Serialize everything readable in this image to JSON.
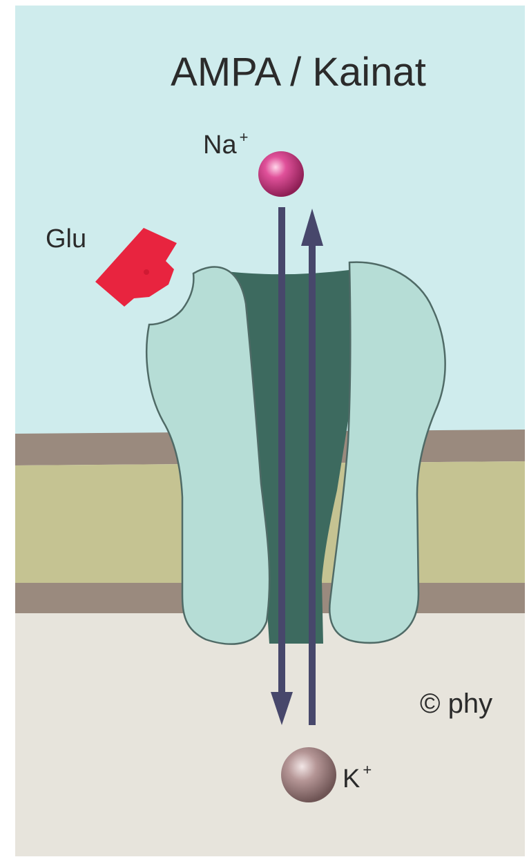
{
  "title": "AMPA / Kainat",
  "ligand": {
    "label": "Glu",
    "color": "#e8243f"
  },
  "ions": {
    "sodium": {
      "symbol": "Na",
      "charge": "+",
      "color": "#c0306a"
    },
    "potassium": {
      "symbol": "K",
      "charge": "+",
      "color": "#9b7b7b"
    }
  },
  "copyright": "© phy",
  "colors": {
    "extracellular": "#cfeced",
    "intracellular": "#e7e4dc",
    "membrane_head": "#9a8a7e",
    "membrane_core": "#c5c392",
    "channel_subunit": "#b6ddd6",
    "pore": "#3d6a5f",
    "arrow": "#47476b"
  }
}
